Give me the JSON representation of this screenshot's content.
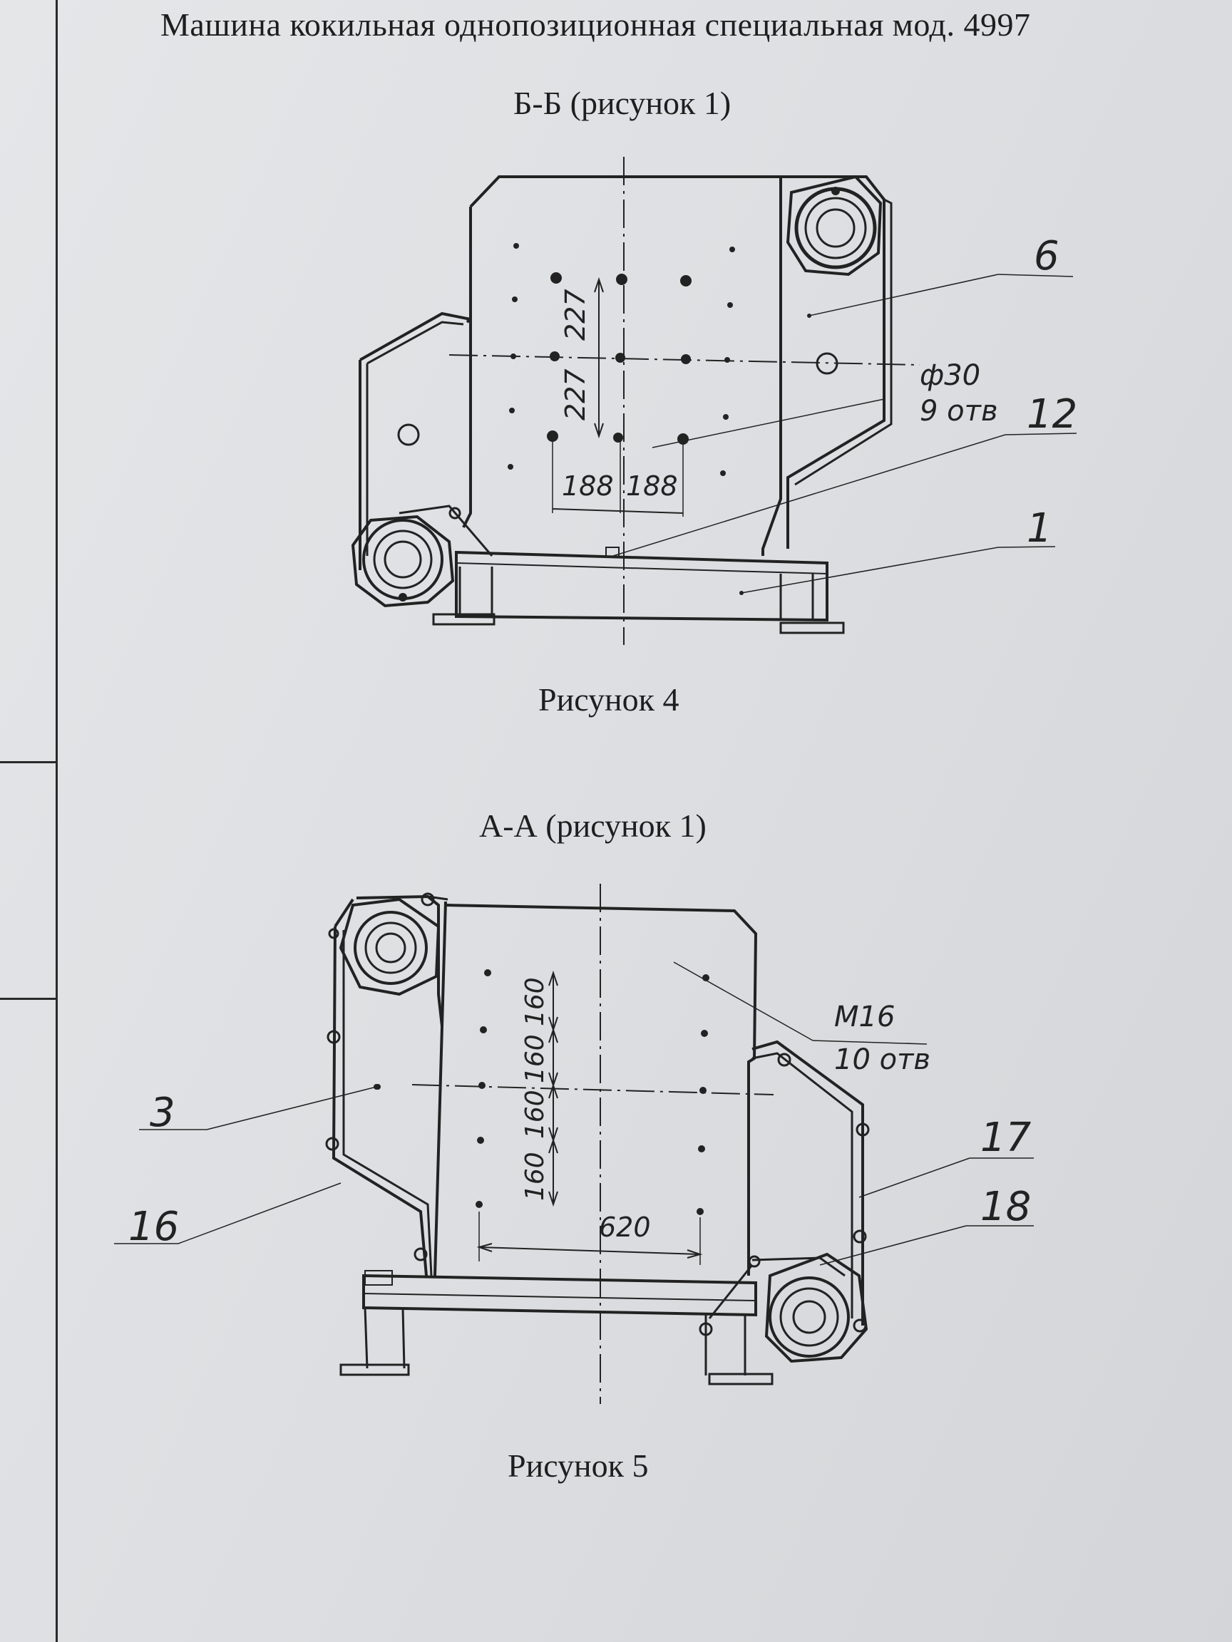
{
  "header": {
    "title": "Машина кокильная однопозиционная специальная мод. 4997"
  },
  "figure4": {
    "section": "Б-Б (рисунок 1)",
    "caption": "Рисунок 4",
    "dims": {
      "v1": "227",
      "v2": "227",
      "h1": "188",
      "h2": "188"
    },
    "hole_note": {
      "diameter": "ф30",
      "count": "9 отв"
    },
    "leaders": {
      "p6": "6",
      "p12": "12",
      "p1": "1"
    }
  },
  "figure5": {
    "section": "А-А (рисунок 1)",
    "caption": "Рисунок 5",
    "dims": {
      "v1": "160",
      "v2": "160",
      "v3": "160",
      "v4": "160",
      "h1": "620"
    },
    "hole_note": {
      "thread": "М16",
      "count": "10 отв"
    },
    "leaders": {
      "p3": "3",
      "p16": "16",
      "p17": "17",
      "p18": "18"
    }
  }
}
